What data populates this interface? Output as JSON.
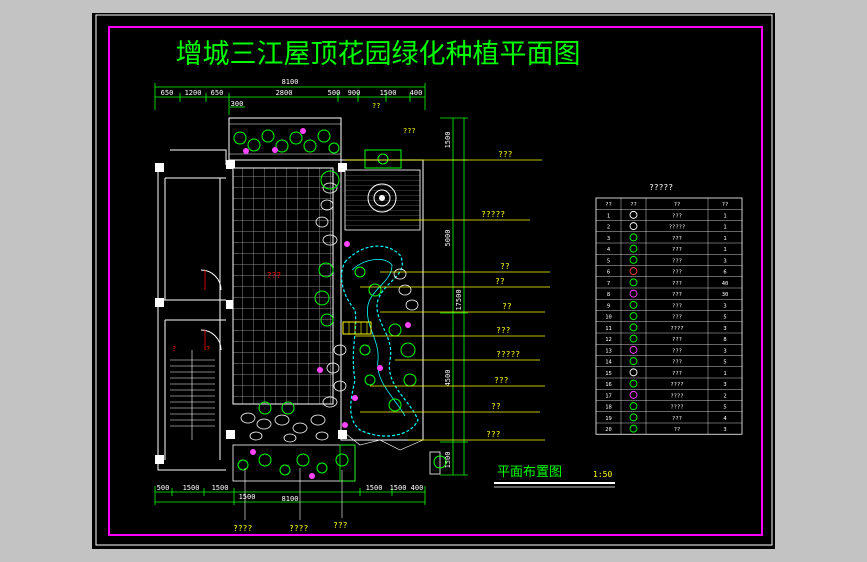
{
  "title": "增城三江屋顶花园绿化种植平面图",
  "subtitle": "平面布置图",
  "scale": "1:50",
  "legend_title": "?????",
  "center_label": "???",
  "top_label": "??",
  "right_label_top": "???",
  "bottom_labels": [
    "????",
    "????",
    "???"
  ],
  "callouts": [
    "???",
    "?????",
    "??",
    "??",
    "??",
    "???",
    "?????",
    "???",
    "??",
    "???"
  ],
  "top_dims": {
    "total": "8100",
    "segments": [
      "650",
      "1200",
      "650",
      "2800",
      "500",
      "900",
      "1500",
      "400"
    ],
    "sub": "300"
  },
  "bottom_dims": {
    "segments": [
      "500",
      "1500",
      "1500",
      "1500",
      "1500",
      "400"
    ],
    "sub": "1500",
    "total": "8100"
  },
  "right_dims": [
    "1500",
    "5000",
    "17500",
    "4500",
    "1500"
  ],
  "table": {
    "headers": [
      "??",
      "??",
      "??",
      "??"
    ],
    "rows": [
      [
        "1",
        "???",
        "1"
      ],
      [
        "2",
        "?????",
        "1"
      ],
      [
        "3",
        "???",
        "1"
      ],
      [
        "4",
        "???",
        "1"
      ],
      [
        "5",
        "???",
        "3"
      ],
      [
        "6",
        "???",
        "6"
      ],
      [
        "7",
        "???",
        "40"
      ],
      [
        "8",
        "???",
        "30"
      ],
      [
        "9",
        "???",
        "3"
      ],
      [
        "10",
        "???",
        "5"
      ],
      [
        "11",
        "????",
        "3"
      ],
      [
        "12",
        "???",
        "8"
      ],
      [
        "13",
        "???",
        "3"
      ],
      [
        "14",
        "???",
        "5"
      ],
      [
        "15",
        "???",
        "1"
      ],
      [
        "16",
        "????",
        "3"
      ],
      [
        "17",
        "????",
        "2"
      ],
      [
        "18",
        "????",
        "5"
      ],
      [
        "19",
        "???",
        "4"
      ],
      [
        "20",
        "??",
        "3"
      ]
    ]
  },
  "colors": {
    "background": "#000000",
    "frame": "#ff00ff",
    "white": "#ffffff",
    "green": "#00ff00",
    "yellow": "#ffff00",
    "cyan": "#00ffff",
    "red": "#ff0000"
  }
}
